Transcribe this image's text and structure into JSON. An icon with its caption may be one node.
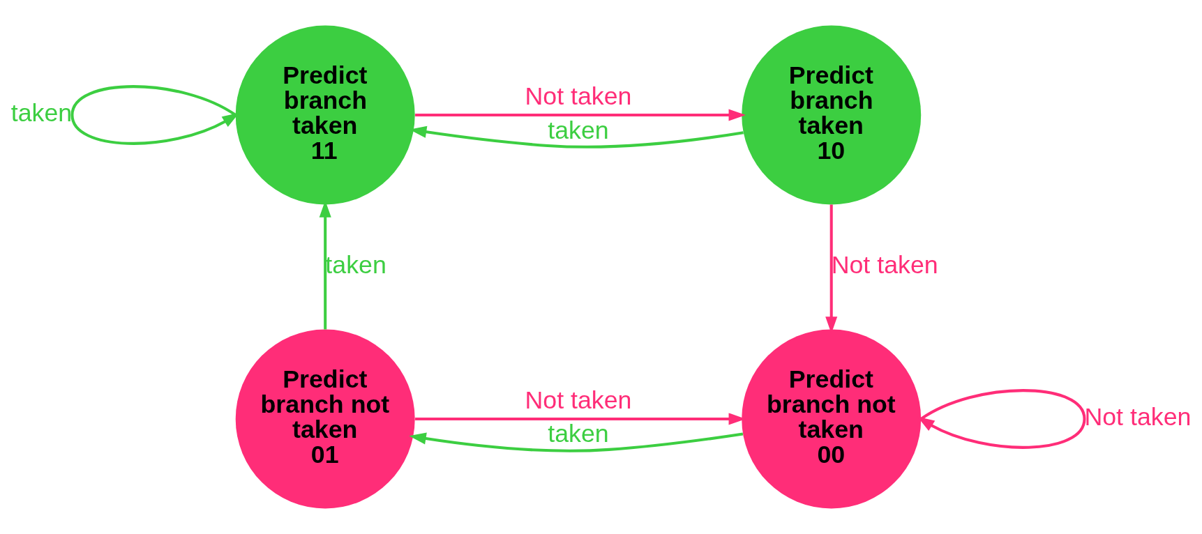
{
  "diagram": {
    "nodes": [
      {
        "text": [
          "Predict branch taken",
          "11"
        ]
      },
      {
        "text": [
          "Predict branch taken",
          "10"
        ]
      },
      {
        "text": [
          "Predict branch not taken",
          "01"
        ]
      },
      {
        "text": [
          "Predict branch not taken",
          "00"
        ]
      }
    ],
    "edges": [
      {
        "from": 0,
        "to": 0,
        "arrow": "to",
        "label": "taken",
        "color": "#3cce41"
      },
      {
        "from": 0,
        "to": 1,
        "arrow": "to",
        "label": "Not taken",
        "color": "#ff2d78"
      },
      {
        "from": 1,
        "to": 0,
        "arrow": "to",
        "label": "taken",
        "color": "#3cce41"
      },
      {
        "from": 1,
        "to": 3,
        "arrow": "to",
        "label": "Not taken",
        "color": "#ff2d78"
      },
      {
        "from": 2,
        "to": 0,
        "arrow": "to",
        "label": "taken",
        "color": "#3cce41"
      },
      {
        "from": 2,
        "to": 3,
        "arrow": "to",
        "label": "Not taken",
        "color": "#ff2d78"
      },
      {
        "from": 3,
        "to": 2,
        "arrow": "to",
        "label": "taken",
        "color": "#3cce41"
      },
      {
        "from": 3,
        "to": 3,
        "arrow": "to",
        "label": "Not taken",
        "color": "#ff2d78"
      }
    ]
  }
}
